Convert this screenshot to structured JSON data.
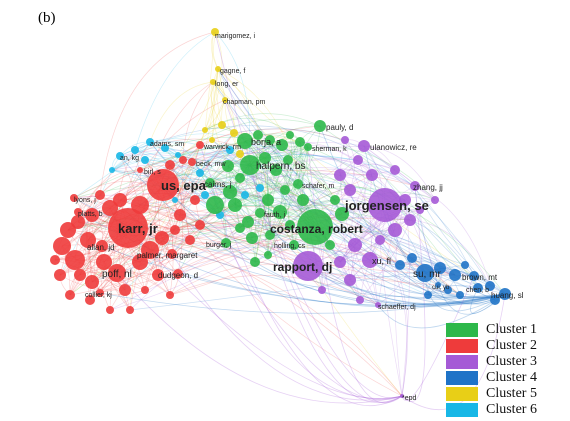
{
  "figure": {
    "panel_label": "(b)"
  },
  "legend": [
    {
      "label": "Cluster 1",
      "color": "#2db84a"
    },
    {
      "label": "Cluster 2",
      "color": "#ee3b3b"
    },
    {
      "label": "Cluster 3",
      "color": "#a55ad6"
    },
    {
      "label": "Cluster 4",
      "color": "#1f73c7"
    },
    {
      "label": "Cluster 5",
      "color": "#e8cf17"
    },
    {
      "label": "Cluster 6",
      "color": "#18b7e6"
    }
  ],
  "nodes": [
    {
      "label": "marigomez, i",
      "cluster": 5
    },
    {
      "label": "gagne, f",
      "cluster": 5
    },
    {
      "label": "long, er",
      "cluster": 5
    },
    {
      "label": "chapman, pm",
      "cluster": 5
    },
    {
      "label": "adams, sm",
      "cluster": 6
    },
    {
      "label": "an, kg",
      "cluster": 6
    },
    {
      "label": "warwick, rm",
      "cluster": 2
    },
    {
      "label": "borja, a",
      "cluster": 1
    },
    {
      "label": "pauly, d",
      "cluster": 1
    },
    {
      "label": "sherman, k",
      "cluster": 1
    },
    {
      "label": "ulanowicz, re",
      "cluster": 3
    },
    {
      "label": "beck, mw",
      "cluster": 2
    },
    {
      "label": "halpern, bs",
      "cluster": 1
    },
    {
      "label": "birl, s",
      "cluster": 2
    },
    {
      "label": "us, epa",
      "cluster": 2
    },
    {
      "label": "cairns, j",
      "cluster": 1
    },
    {
      "label": "schafer, m",
      "cluster": 1
    },
    {
      "label": "jorgensen, se",
      "cluster": 3
    },
    {
      "label": "zhang, jj",
      "cluster": 3
    },
    {
      "label": "lyons, j",
      "cluster": 2
    },
    {
      "label": "platts, b",
      "cluster": 2
    },
    {
      "label": "karr, jr",
      "cluster": 2
    },
    {
      "label": "costanza, robert",
      "cluster": 1
    },
    {
      "label": "fauth, j",
      "cluster": 1
    },
    {
      "label": "burger, j",
      "cluster": 1
    },
    {
      "label": "holling, cs",
      "cluster": 1
    },
    {
      "label": "allan, jd",
      "cluster": 2
    },
    {
      "label": "palmer, margaret",
      "cluster": 2
    },
    {
      "label": "rapport, dj",
      "cluster": 3
    },
    {
      "label": "xu, fl",
      "cluster": 3
    },
    {
      "label": "poff, nl",
      "cluster": 2
    },
    {
      "label": "dudgeon, d",
      "cluster": 2
    },
    {
      "label": "su, mr",
      "cluster": 4
    },
    {
      "label": "brown, mt",
      "cluster": 4
    },
    {
      "label": "chen, b",
      "cluster": 4
    },
    {
      "label": "cui, yb",
      "cluster": 4
    },
    {
      "label": "huang, sl",
      "cluster": 4
    },
    {
      "label": "collier, kj",
      "cluster": 2
    },
    {
      "label": "schaeffer, dj",
      "cluster": 3
    },
    {
      "label": "*epd",
      "cluster": 3
    }
  ]
}
